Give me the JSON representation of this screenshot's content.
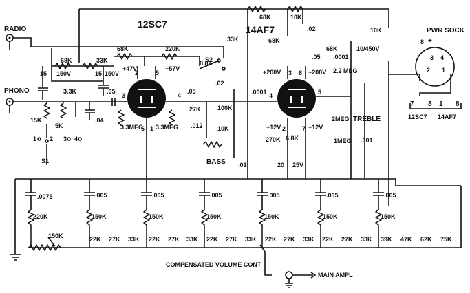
{
  "tubes": {
    "left": "12SC7",
    "right": "14AF7"
  },
  "labels": {
    "radio": "RADIO",
    "phono": "PHONO",
    "pwr_sock": "PWR SOCK",
    "plus": "+",
    "bass": "BASS",
    "treble": "TREBLE",
    "s1": "S1",
    "s2": "S2",
    "compensated_volume": "COMPENSATED VOLUME CONT",
    "main_ampl": "MAIN AMPL",
    "v47": "+47V",
    "v57": "+57V",
    "v200a": "+200V",
    "v200b": "+200V",
    "v12a": "+12V",
    "v12b": "+12V"
  },
  "resistors": {
    "r68k_top": "68K",
    "r10k_top": "10K",
    "r33k": "33K",
    "r68k_b": "68K",
    "r68k_c": "68K",
    "r10k_r": "10K",
    "r68k_in": "68K",
    "r33k_in": "33K",
    "r220k": "220K",
    "r8_8k": "8.8K",
    "r68k_fb": "68K",
    "r3_3k": "3.3K",
    "r15k": "15K",
    "r5k": "5K",
    "r27k": "27K",
    "r3_3meg_a": "3.3MEG",
    "r3_3meg_b": "3.3MEG",
    "r100k": "100K",
    "r10k_b": "10K",
    "r270k": "270K",
    "r6_8k": "6.8K",
    "r2_2meg": "2.2 MEG",
    "r2meg": "2MEG",
    "r1meg": "1MEG",
    "r220k_b": "220K",
    "r150k": "150K",
    "r150k_pot": "150K"
  },
  "capacitors": {
    "c15a": "15",
    "c15b": "15",
    "c150v_a": "150V",
    "c150v_b": "150V",
    "c05a": ".05",
    "c05b": ".05",
    "c02a": ".02",
    "c02b": ".02",
    "c0001a": ".0001",
    "c0001b": ".0001",
    "c05c": ".05",
    "c04": ".04",
    "c012": ".012",
    "c01": ".01",
    "c001": ".001",
    "c20": "20",
    "c25v": "25V",
    "c10_450": "10/450V",
    "c0075": ".0075",
    "c005": ".005"
  },
  "switch_positions": {
    "p1": "1",
    "p2": "2",
    "p3": "3",
    "p4": "4"
  },
  "pins": {
    "a1": "3",
    "a2": "2",
    "a3": "5",
    "a4": "4",
    "a5": "6",
    "a6": "1",
    "b1": "4",
    "b2": "3",
    "b3": "8",
    "b4": "5",
    "b5": "2",
    "b6": "7"
  },
  "socket_pins": {
    "s3": "3",
    "s4": "4",
    "s2": "2",
    "s1": "1",
    "s8": "8"
  },
  "heater": {
    "n7a": "7",
    "n8a": "8",
    "n1": "1",
    "n8b": "8",
    "tube1": "12SC7",
    "tube2": "14AF7"
  },
  "ladder_resistors": [
    "22K",
    "27K",
    "33K",
    "22K",
    "27K",
    "33K",
    "22K",
    "27K",
    "33K",
    "22K",
    "27K",
    "33K",
    "22K",
    "27K",
    "33K",
    "39K",
    "47K",
    "62K",
    "75K"
  ]
}
